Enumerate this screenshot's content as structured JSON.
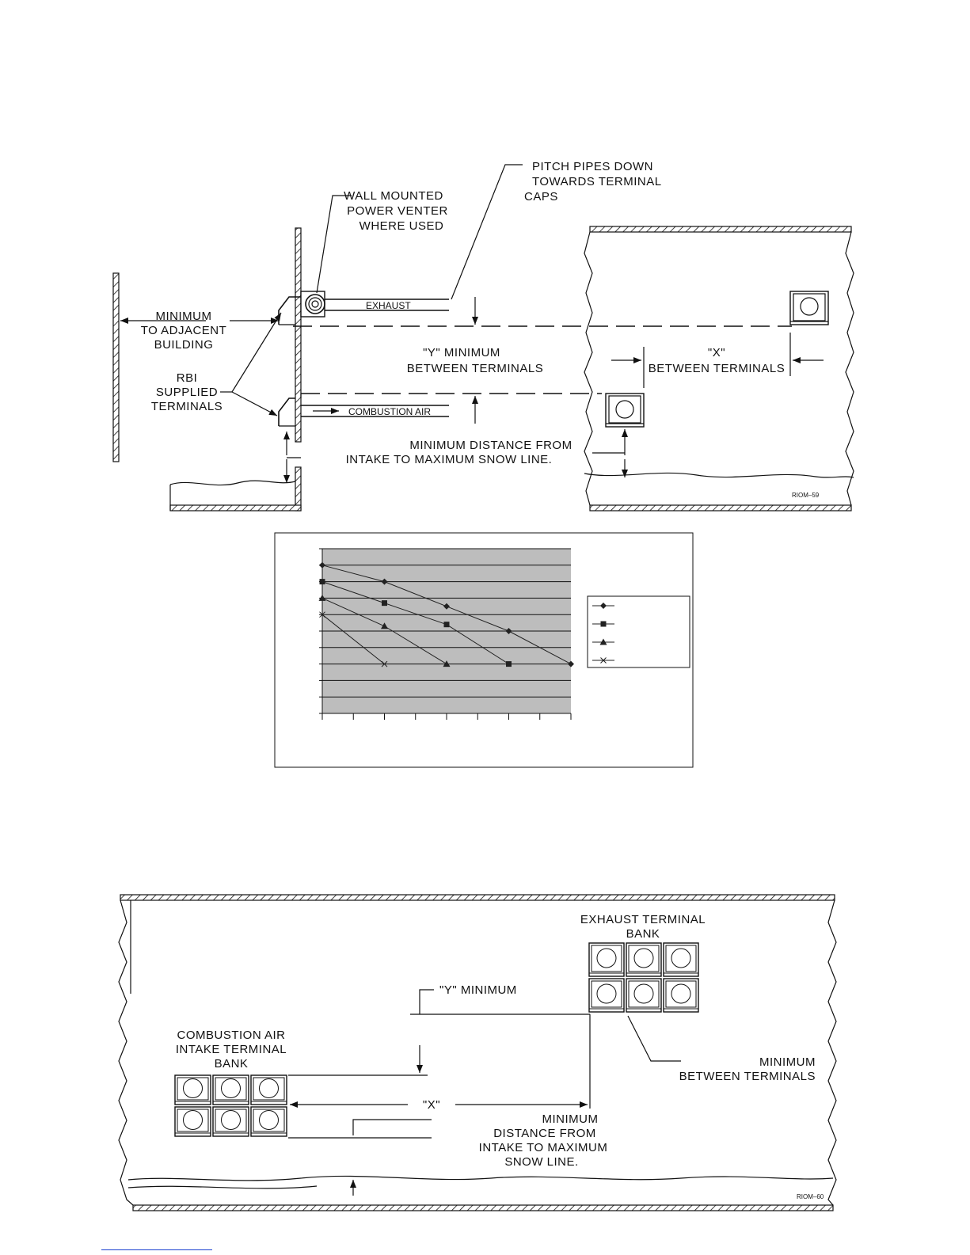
{
  "diagram_top": {
    "labels": {
      "pitch_pipes": [
        "PITCH  PIPES  DOWN",
        "TOWARDS  TERMINAL",
        "CAPS"
      ],
      "wall_venter": [
        "WALL  MOUNTED",
        "POWER  VENTER",
        "WHERE  USED"
      ],
      "min_adjacent": [
        "MINIMUM",
        "TO  ADJACENT",
        "BUILDING"
      ],
      "rbi_terminals": [
        "RBI",
        "SUPPLIED",
        "TERMINALS"
      ],
      "exhaust": "EXHAUST",
      "combustion_air": "COMBUSTION  AIR",
      "y_minimum": [
        "\"Y\"  MINIMUM",
        "BETWEEN  TERMINALS"
      ],
      "x_between": [
        "\"X\"",
        "BETWEEN  TERMINALS"
      ],
      "snow_line": [
        "MINIMUM  DISTANCE  FROM",
        "INTAKE  TO  MAXIMUM  SNOW  LINE."
      ],
      "drawing_id": "RIOM–59"
    }
  },
  "chart_data": {
    "type": "line",
    "x": [
      0,
      1,
      2,
      3,
      4,
      5,
      6,
      7,
      8
    ],
    "series": [
      {
        "marker": "diamond",
        "points": [
          [
            0,
            9
          ],
          [
            2,
            8
          ],
          [
            4,
            6.5
          ],
          [
            6,
            5
          ],
          [
            8,
            3
          ]
        ]
      },
      {
        "marker": "square",
        "points": [
          [
            0,
            8
          ],
          [
            2,
            6.7
          ],
          [
            4,
            5.4
          ],
          [
            6,
            3
          ]
        ]
      },
      {
        "marker": "triangle",
        "points": [
          [
            0,
            7
          ],
          [
            2,
            5.3
          ],
          [
            4,
            3
          ]
        ]
      },
      {
        "marker": "x",
        "points": [
          [
            0,
            6
          ],
          [
            2,
            3
          ]
        ]
      }
    ],
    "xlim": [
      0,
      8
    ],
    "ylim": [
      0,
      10
    ],
    "grid": true,
    "legend": "right",
    "colors": {
      "plot_bg": "#bdbdbd",
      "line": "#222222"
    }
  },
  "diagram_bottom": {
    "labels": {
      "exhaust_bank": [
        "EXHAUST  TERMINAL",
        "BANK"
      ],
      "y_minimum": "\"Y\"  MINIMUM",
      "intake_bank": [
        "COMBUSTION  AIR",
        "INTAKE  TERMINAL",
        "BANK"
      ],
      "min_between": [
        "MINIMUM",
        "BETWEEN  TERMINALS"
      ],
      "x_label": "\"X\"",
      "snow_line": [
        "MINIMUM",
        "DISTANCE  FROM",
        "INTAKE  TO  MAXIMUM",
        "SNOW  LINE."
      ],
      "drawing_id": "RIOM–60"
    }
  }
}
